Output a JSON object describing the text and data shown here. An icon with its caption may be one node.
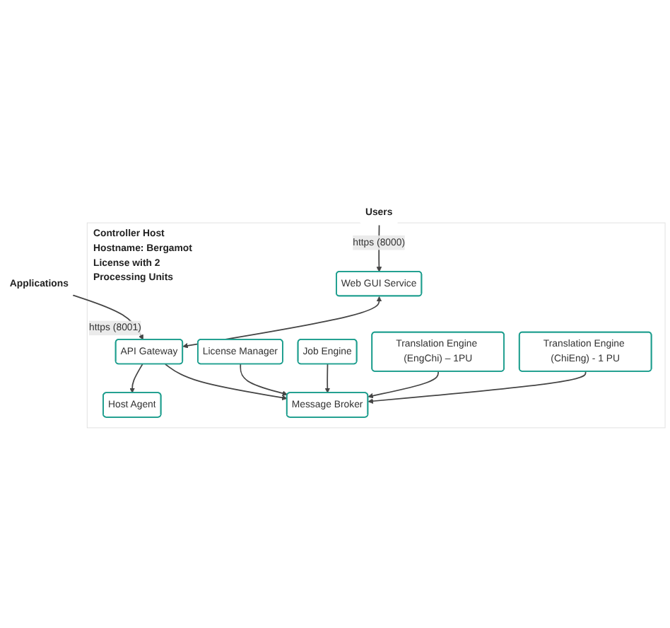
{
  "diagram": {
    "nodes": [
      {
        "text": [
          "Users"
        ]
      },
      {
        "text": [
          "Applications"
        ]
      },
      {
        "text": [
          "Controller Host",
          "Hostname: Bergamot",
          "License with 2 Processing Units"
        ]
      },
      {
        "text": [
          "Web GUI Service"
        ],
        "in": 2
      },
      {
        "text": [
          "Host Agent"
        ],
        "in": 2
      },
      {
        "text": [
          "API Gateway"
        ],
        "in": 2
      },
      {
        "text": [
          "License Manager"
        ],
        "in": 2
      },
      {
        "text": [
          "Message Broker"
        ],
        "in": 2
      },
      {
        "text": [
          "Job Engine"
        ],
        "in": 2
      },
      {
        "text": [
          "Translation Engine (EngChi) – 1PU"
        ],
        "in": 2
      },
      {
        "text": [
          "Translation Engine (ChiEng) - 1 PU"
        ],
        "in": 2
      }
    ],
    "edges": [
      {
        "from": 0,
        "to": 3,
        "arrow": "to",
        "label": "https (8000)"
      },
      {
        "from": 1,
        "to": 5,
        "arrow": "to",
        "label": "https (8001)"
      },
      {
        "from": 3,
        "to": 5,
        "arrow": "both"
      },
      {
        "from": 5,
        "to": 4,
        "arrow": "to"
      },
      {
        "from": 5,
        "to": 7,
        "arrow": "to"
      },
      {
        "from": 6,
        "to": 7,
        "arrow": "to"
      },
      {
        "from": 8,
        "to": 7,
        "arrow": "to"
      },
      {
        "from": 9,
        "to": 7,
        "arrow": "to"
      },
      {
        "from": 10,
        "to": 7,
        "arrow": "to"
      }
    ]
  }
}
